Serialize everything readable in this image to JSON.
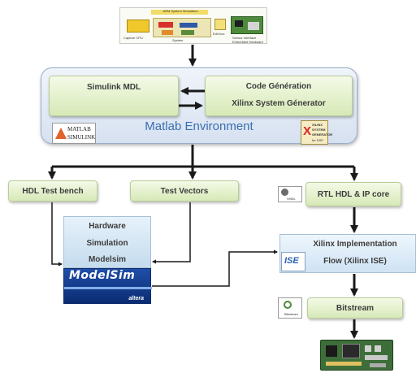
{
  "top_image": {
    "title": "ARM System Simulation",
    "captions": [
      "Capture CPU",
      "System",
      "Edit box",
      "Sensor Interface",
      "Embedded Hardware"
    ]
  },
  "matlab_env": {
    "title": "Matlab Environment",
    "simulink_mdl": "Simulink MDL",
    "code_generation": "Code Génération",
    "xilinx_sysgen": "Xilinx System Génerator",
    "matlab_logo": [
      "MATLAB",
      "SIMULINK"
    ],
    "sysgen_logo": [
      "XILINX",
      "SYSTEM",
      "GENERATOR",
      "for DSP"
    ]
  },
  "hdl_test_bench": "HDL Test bench",
  "test_vectors": "Test Vectors",
  "rtl_hdl": "RTL HDL & IP core",
  "vhdl_icon": "VHDL",
  "modelsim": {
    "lines": [
      "Hardware",
      "Simulation",
      "Modelsim"
    ],
    "logo": "ModelSim",
    "brand": "altera"
  },
  "xilinx_impl": {
    "lines": [
      "Xilinx Implementation",
      "Flow (Xilinx ISE)"
    ],
    "ise_logo": "ISE"
  },
  "bitstream": "Bitstream",
  "bitstream_icon_label": "Bitstream",
  "colors": {
    "accent": "#3a6fb0",
    "box_green": "#d7e9b7",
    "matlab_bg": "#e2ebf6",
    "arrow": "#1a1a1a"
  }
}
